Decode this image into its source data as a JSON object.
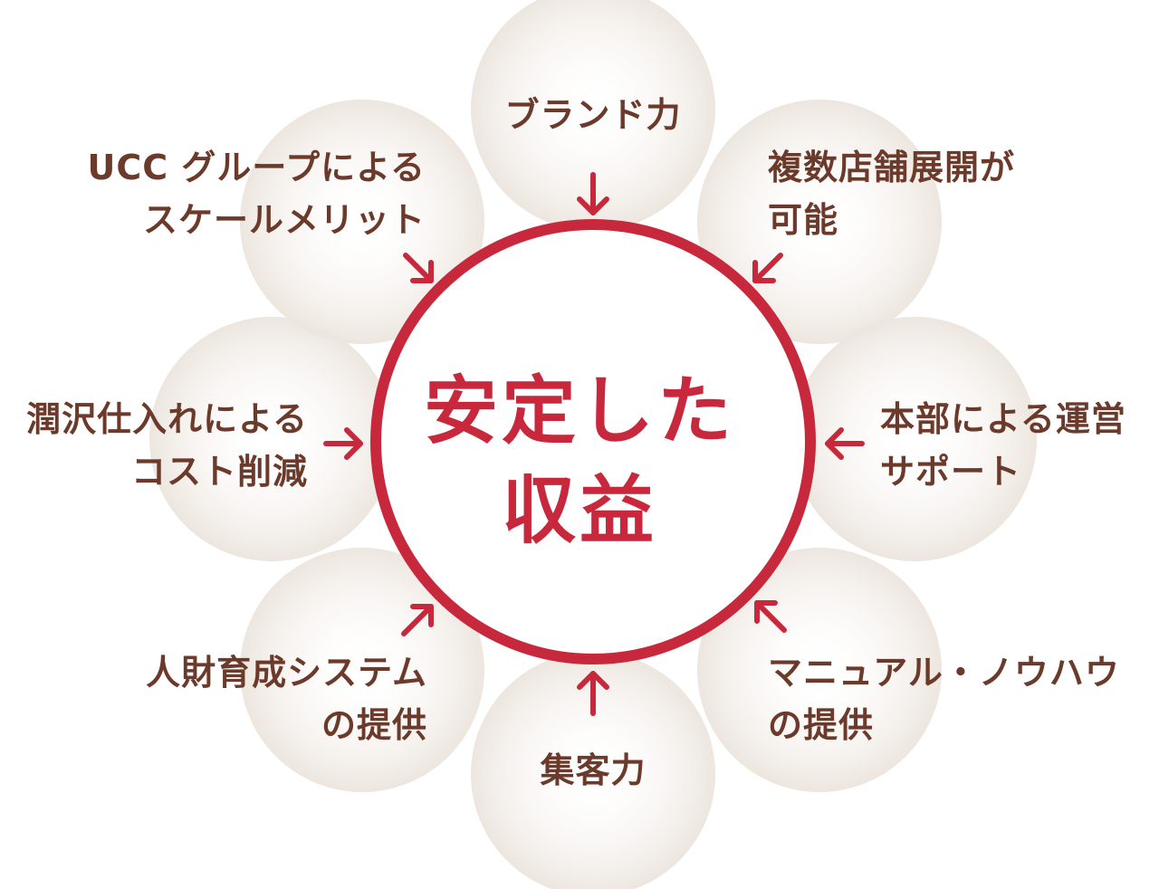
{
  "colors": {
    "ring": "#c8283c",
    "text": "#6b3a2a",
    "arrow": "#c8283c",
    "petal": "#f1ece6"
  },
  "center": {
    "lines": [
      "安定した",
      "収益"
    ]
  },
  "factors": [
    {
      "id": "brand",
      "lines": [
        "ブランド力"
      ]
    },
    {
      "id": "multi-store",
      "lines": [
        "複数店舗展開が",
        "可能"
      ]
    },
    {
      "id": "hq-support",
      "lines": [
        "本部による運営",
        "サポート"
      ]
    },
    {
      "id": "manual",
      "lines": [
        "マニュアル・ノウハウ",
        "の提供"
      ]
    },
    {
      "id": "customers",
      "lines": [
        "集客力"
      ]
    },
    {
      "id": "training",
      "lines": [
        "人財育成システム",
        "の提供"
      ]
    },
    {
      "id": "purchasing",
      "lines": [
        "潤沢仕入れによる",
        "コスト削減"
      ]
    },
    {
      "id": "scale",
      "lines": [
        "UCC グループによる",
        "スケールメリット"
      ]
    }
  ]
}
